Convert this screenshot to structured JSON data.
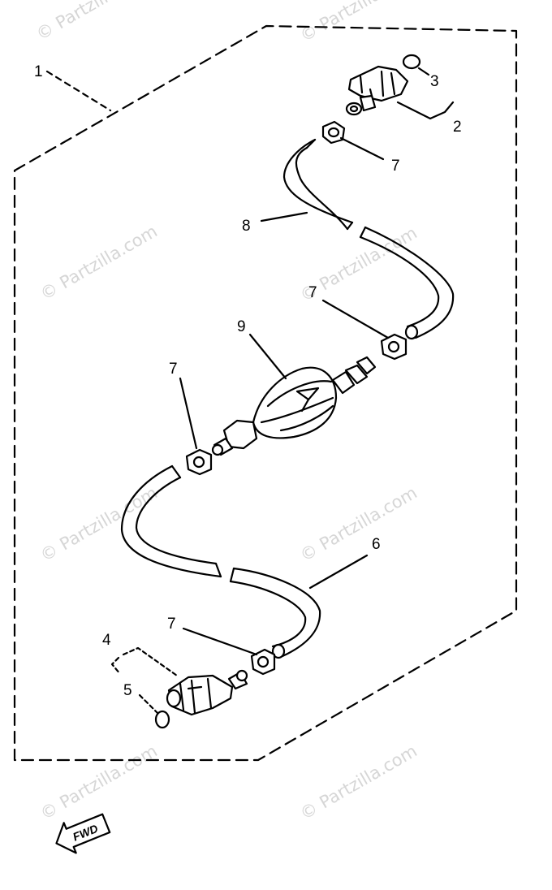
{
  "watermark": "© Partzilla.com",
  "fwd_label": "FWD",
  "callouts": {
    "c1": "1",
    "c2": "2",
    "c3": "3",
    "c4": "4",
    "c5": "5",
    "c6": "6",
    "c7a": "7",
    "c7b": "7",
    "c7c": "7",
    "c7d": "7",
    "c8": "8",
    "c9": "9"
  }
}
